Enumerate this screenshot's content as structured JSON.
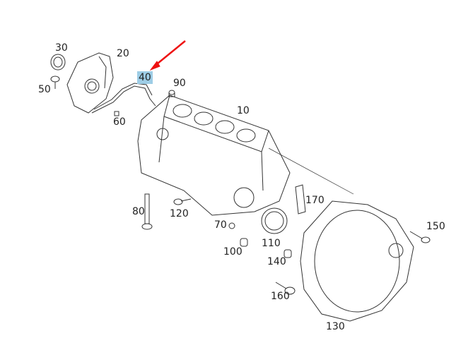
{
  "diagram": {
    "title": "Engine block exploded parts diagram",
    "highlighted_part": "40",
    "highlight_color": "#9ecde6",
    "arrow_color": "#ee1111",
    "part_labels": [
      "30",
      "20",
      "40",
      "90",
      "50",
      "60",
      "10",
      "170",
      "80",
      "120",
      "70",
      "150",
      "100",
      "110",
      "140",
      "160",
      "130"
    ]
  }
}
